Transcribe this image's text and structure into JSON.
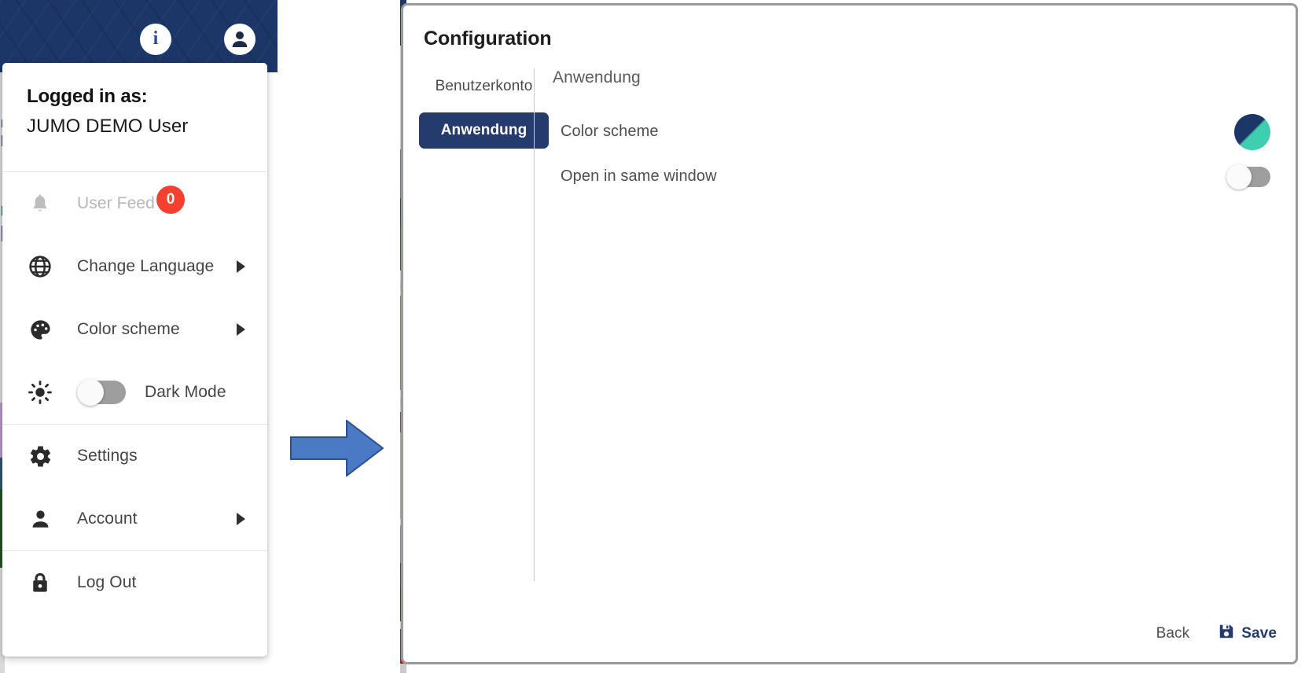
{
  "header": {
    "background_color": "#1d3668",
    "info_icon_label": "i",
    "icons": [
      "info-icon",
      "account-icon"
    ]
  },
  "user_menu": {
    "logged_in_label": "Logged in as:",
    "user_name": "JUMO  DEMO User",
    "items": [
      {
        "icon": "bell-icon",
        "label": "User Feed",
        "badge": "0",
        "has_submenu": false,
        "disabled": true,
        "has_toggle": false
      },
      {
        "icon": "globe-icon",
        "label": "Change Language",
        "badge": null,
        "has_submenu": true,
        "disabled": false,
        "has_toggle": false
      },
      {
        "icon": "palette-icon",
        "label": "Color scheme",
        "badge": null,
        "has_submenu": true,
        "disabled": false,
        "has_toggle": false
      },
      {
        "icon": "sun-icon",
        "label": "Dark Mode",
        "badge": null,
        "has_submenu": false,
        "disabled": false,
        "has_toggle": true,
        "toggle_on": false
      },
      {
        "icon": "gear-icon",
        "label": "Settings",
        "badge": null,
        "has_submenu": false,
        "disabled": false,
        "has_toggle": false
      },
      {
        "icon": "person-icon",
        "label": "Account",
        "badge": null,
        "has_submenu": true,
        "disabled": false,
        "has_toggle": false
      },
      {
        "icon": "lock-icon",
        "label": "Log Out",
        "badge": null,
        "has_submenu": false,
        "disabled": false,
        "has_toggle": false
      }
    ],
    "badge_color": "#f4402f"
  },
  "arrow": {
    "direction": "right",
    "fill_color": "#4a7ac4",
    "stroke_color": "#2f4f8f"
  },
  "config_dialog": {
    "title": "Configuration",
    "nav": [
      {
        "label": "Benutzerkonto",
        "active": false
      },
      {
        "label": "Anwendung",
        "active": true
      }
    ],
    "active_nav_color": "#253a6d",
    "pane_title": "Anwendung",
    "settings": [
      {
        "label": "Color scheme",
        "control": "color-swatch",
        "swatch_colors": [
          "#1d3668",
          "#3ecfb0"
        ]
      },
      {
        "label": "Open in same window",
        "control": "toggle",
        "toggle_on": false
      }
    ],
    "footer": {
      "back_label": "Back",
      "save_label": "Save",
      "save_icon": "floppy-disk-icon"
    }
  }
}
